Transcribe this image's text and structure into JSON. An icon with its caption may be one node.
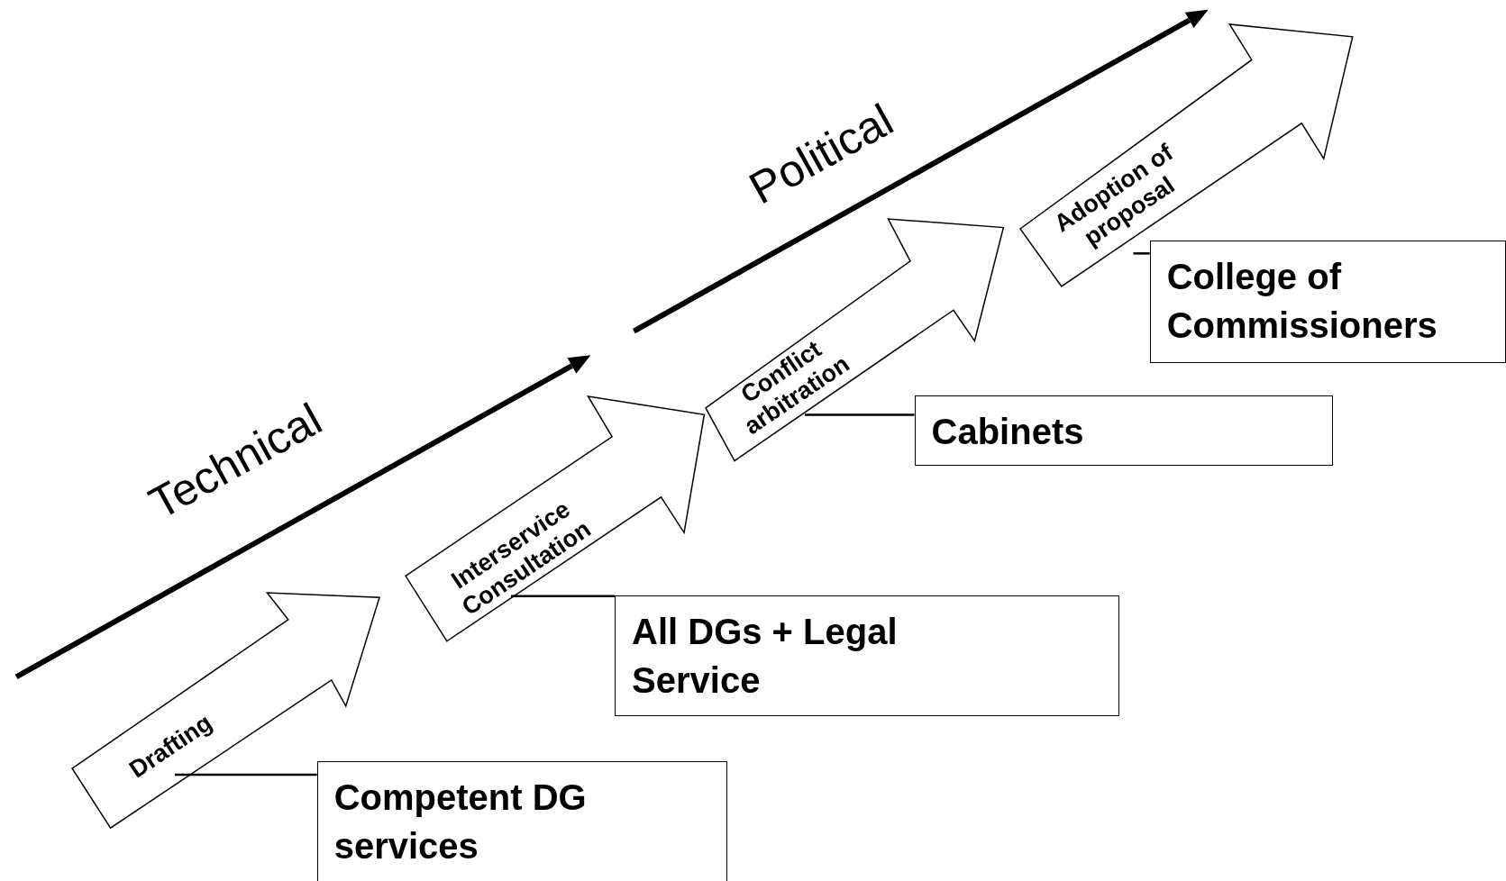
{
  "diagram": {
    "nodes": [
      {
        "text": [
          "Drafting"
        ]
      },
      {
        "text": [
          "Interservice Consultation"
        ]
      },
      {
        "text": [
          "Conflict arbitration"
        ]
      },
      {
        "text": [
          "Adoption of proposal"
        ]
      },
      {
        "text": [
          "Competent DG services"
        ]
      },
      {
        "text": [
          "All DGs + Legal Service"
        ]
      },
      {
        "text": [
          "Cabinets"
        ]
      },
      {
        "text": [
          "College of Commissioners"
        ]
      }
    ],
    "edges": [
      {
        "from": 0,
        "to": 4,
        "arrow": "none"
      },
      {
        "from": 1,
        "to": 5,
        "arrow": "none"
      },
      {
        "from": 2,
        "to": 6,
        "arrow": "none"
      },
      {
        "from": 3,
        "to": 7,
        "arrow": "none"
      }
    ],
    "labels": [
      "Political",
      "Technical"
    ]
  }
}
